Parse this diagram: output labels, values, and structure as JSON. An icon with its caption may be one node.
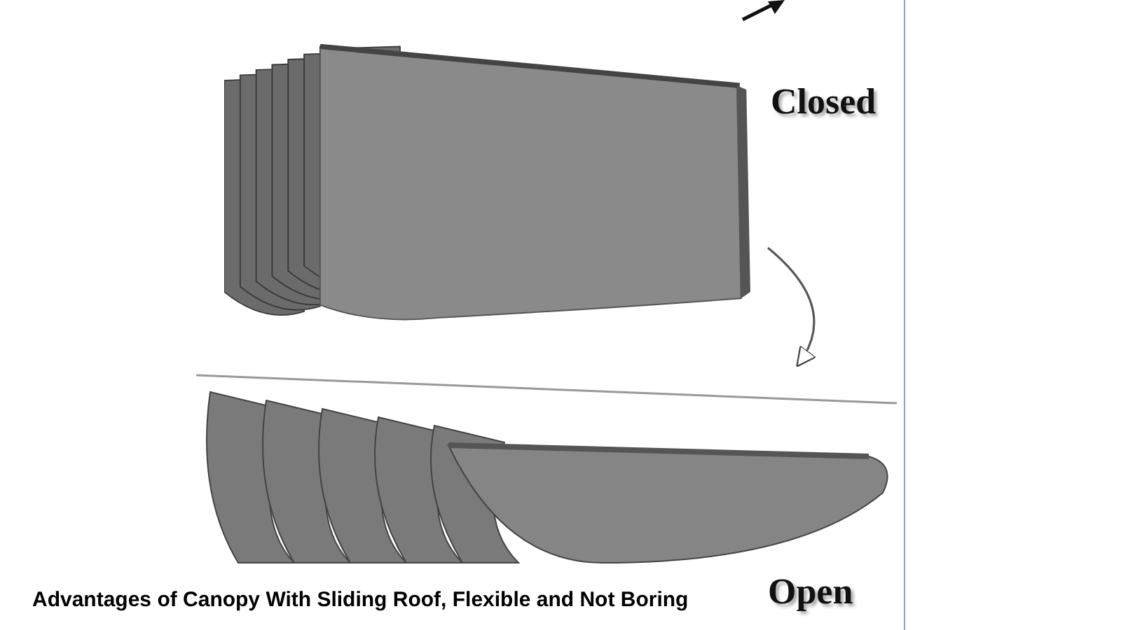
{
  "diagram": {
    "caption": "Advantages of Canopy With Sliding Roof, Flexible and Not Boring",
    "nodes": [
      {
        "text": [],
        "shape": "picture",
        "beside": [
          "Closed"
        ]
      },
      {
        "text": [],
        "shape": "picture",
        "beside": [
          "Open"
        ]
      }
    ],
    "edges": [
      {
        "from": 0,
        "to": 1,
        "arrow": "to"
      }
    ]
  }
}
